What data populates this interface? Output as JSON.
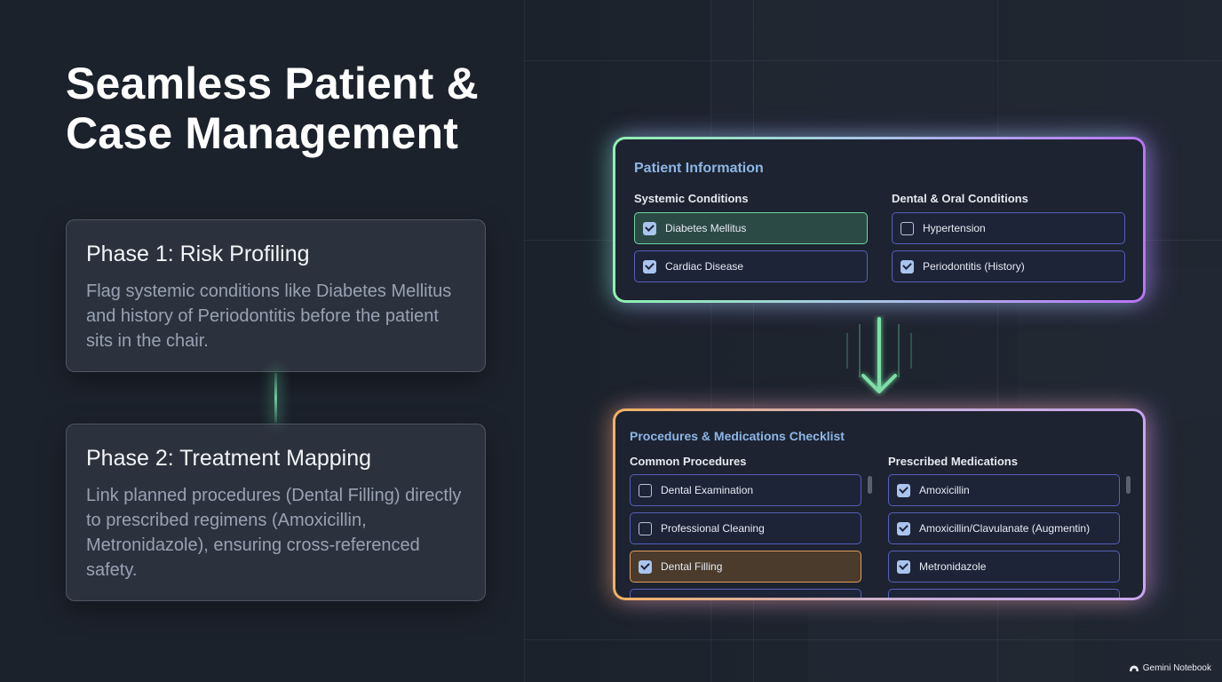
{
  "slide": {
    "title_line1": "Seamless Patient &",
    "title_line2": "Case Management"
  },
  "phases": [
    {
      "title": "Phase 1: Risk Profiling",
      "body": "Flag systemic conditions like Diabetes Mellitus and history of Periodontitis before the patient sits in the chair."
    },
    {
      "title": "Phase 2: Treatment Mapping",
      "body": "Link planned procedures (Dental Filling) directly to prescribed regimens (Amoxicillin, Metronidazole), ensuring cross-referenced safety."
    }
  ],
  "patient_panel": {
    "title": "Patient Information",
    "left_heading": "Systemic Conditions",
    "right_heading": "Dental & Oral Conditions",
    "left_items": [
      {
        "label": "Diabetes Mellitus",
        "checked": true,
        "highlight": "green"
      },
      {
        "label": "Cardiac Disease",
        "checked": true,
        "highlight": ""
      }
    ],
    "right_items": [
      {
        "label": "Hypertension",
        "checked": false,
        "highlight": ""
      },
      {
        "label": "Periodontitis (History)",
        "checked": true,
        "highlight": ""
      }
    ]
  },
  "procedures_panel": {
    "title": "Procedures & Medications Checklist",
    "left_heading": "Common Procedures",
    "right_heading": "Prescribed Medications",
    "left_items": [
      {
        "label": "Dental Examination",
        "checked": false,
        "highlight": ""
      },
      {
        "label": "Professional Cleaning",
        "checked": false,
        "highlight": ""
      },
      {
        "label": "Dental Filling",
        "checked": true,
        "highlight": "orange"
      }
    ],
    "right_items": [
      {
        "label": "Amoxicillin",
        "checked": true,
        "highlight": ""
      },
      {
        "label": "Amoxicillin/Clavulanate (Augmentin)",
        "checked": true,
        "highlight": ""
      },
      {
        "label": "Metronidazole",
        "checked": true,
        "highlight": ""
      }
    ]
  },
  "watermark": "Gemini Notebook",
  "colors": {
    "accent_green": "#6fd6a6",
    "accent_purple": "#b873f5",
    "accent_orange": "#e0a05c",
    "panel_title": "#8db6e6",
    "checkbox_checked": "#a9c4ee"
  }
}
